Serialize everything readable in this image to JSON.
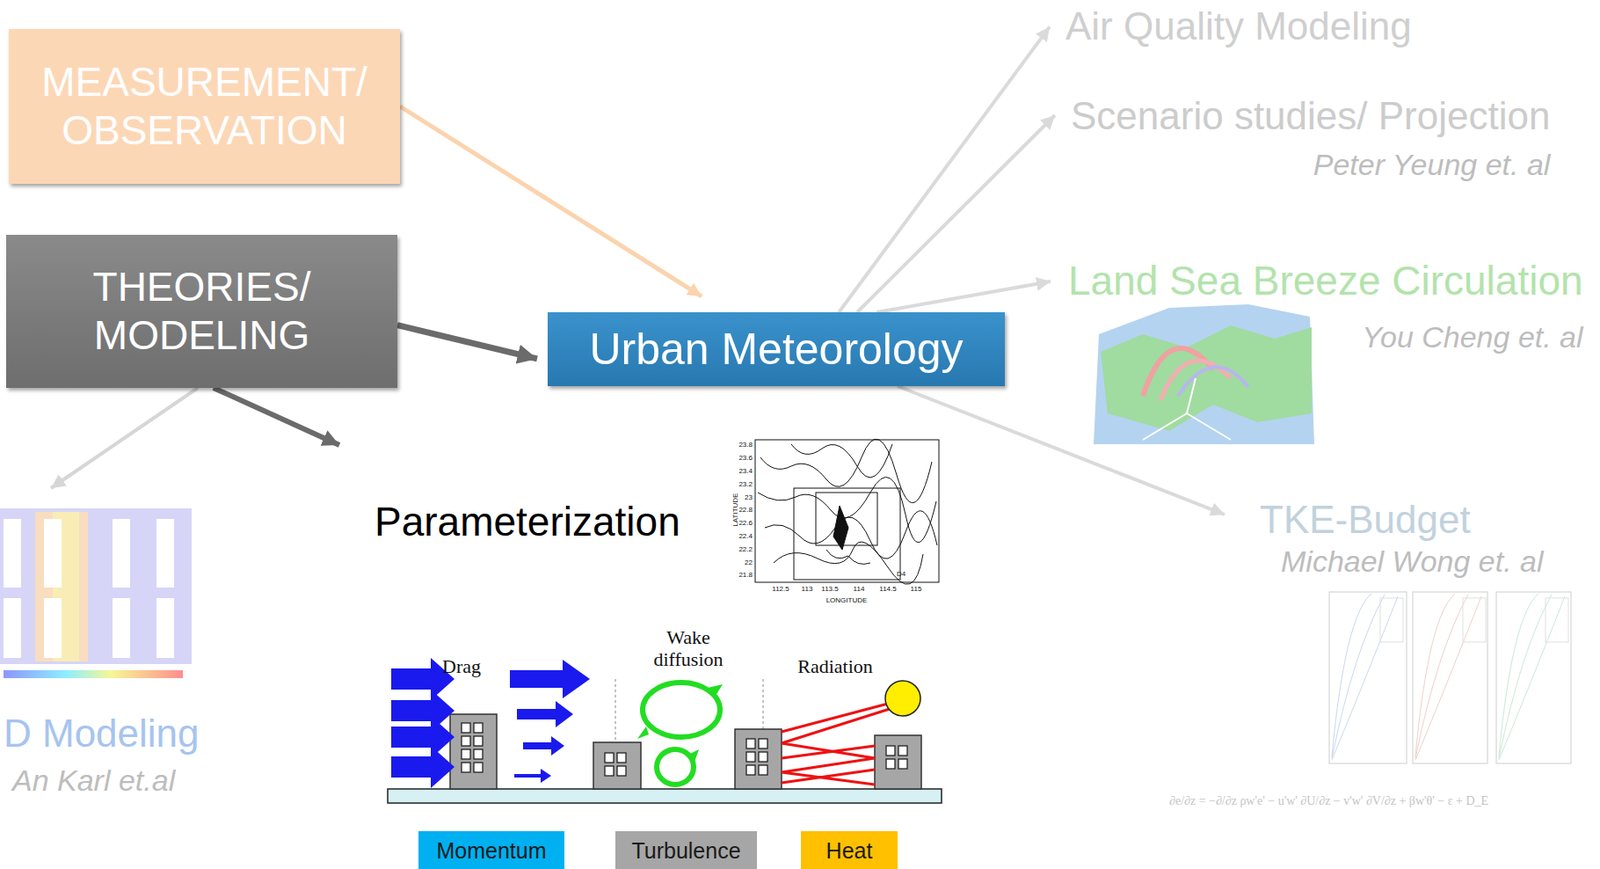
{
  "diagram": {
    "nodes": [
      {
        "text": [
          "MEASUREMENT/ OBSERVATION"
        ]
      },
      {
        "text": [
          "THEORIES/ MODELING"
        ]
      },
      {
        "text": [
          "Urban Meteorology"
        ]
      },
      {
        "text": [
          "Air Quality Modeling"
        ]
      },
      {
        "text": [
          "Scenario studies/ Projection",
          "Peter Yeung et. al"
        ]
      },
      {
        "text": [
          "Land Sea Breeze Circulation",
          "You Cheng et. al"
        ]
      },
      {
        "text": [
          "TKE-Budget",
          "Michael Wong et. al"
        ]
      },
      {
        "text": [
          "D Modeling",
          "An Karl et.al"
        ]
      },
      {
        "text": [
          "Parameterization"
        ]
      },
      {
        "text": [
          "Momentum"
        ]
      },
      {
        "text": [
          "Turbulence"
        ]
      },
      {
        "text": [
          "Heat"
        ]
      }
    ],
    "edges": [
      {
        "from": 0,
        "to": 2,
        "arrow": "to"
      },
      {
        "from": 1,
        "to": 2,
        "arrow": "to"
      },
      {
        "from": 1,
        "to": 8,
        "arrow": "to"
      },
      {
        "from": 1,
        "to": 7,
        "arrow": "to"
      },
      {
        "from": 2,
        "to": 3,
        "arrow": "to"
      },
      {
        "from": 2,
        "to": 4,
        "arrow": "to"
      },
      {
        "from": 2,
        "to": 5,
        "arrow": "to"
      },
      {
        "from": 2,
        "to": 6,
        "arrow": "to"
      }
    ],
    "labels": [
      "Drag",
      "Wake diffusion",
      "Radiation",
      "LATITUDE",
      "23.8",
      "23.6",
      "23.4",
      "23.2",
      "23",
      "22.8",
      "22.6",
      "22.4",
      "22.2",
      "22",
      "21.8",
      "LONGITUDE",
      "112.5",
      "113",
      "113.5",
      "114",
      "114.5",
      "115",
      "D4",
      "∂e/∂z = −∂/∂z ρw'e' − u'w' ∂U/∂z − v'w' ∂V/∂z + βw'θ' − ε + D_E"
    ]
  }
}
